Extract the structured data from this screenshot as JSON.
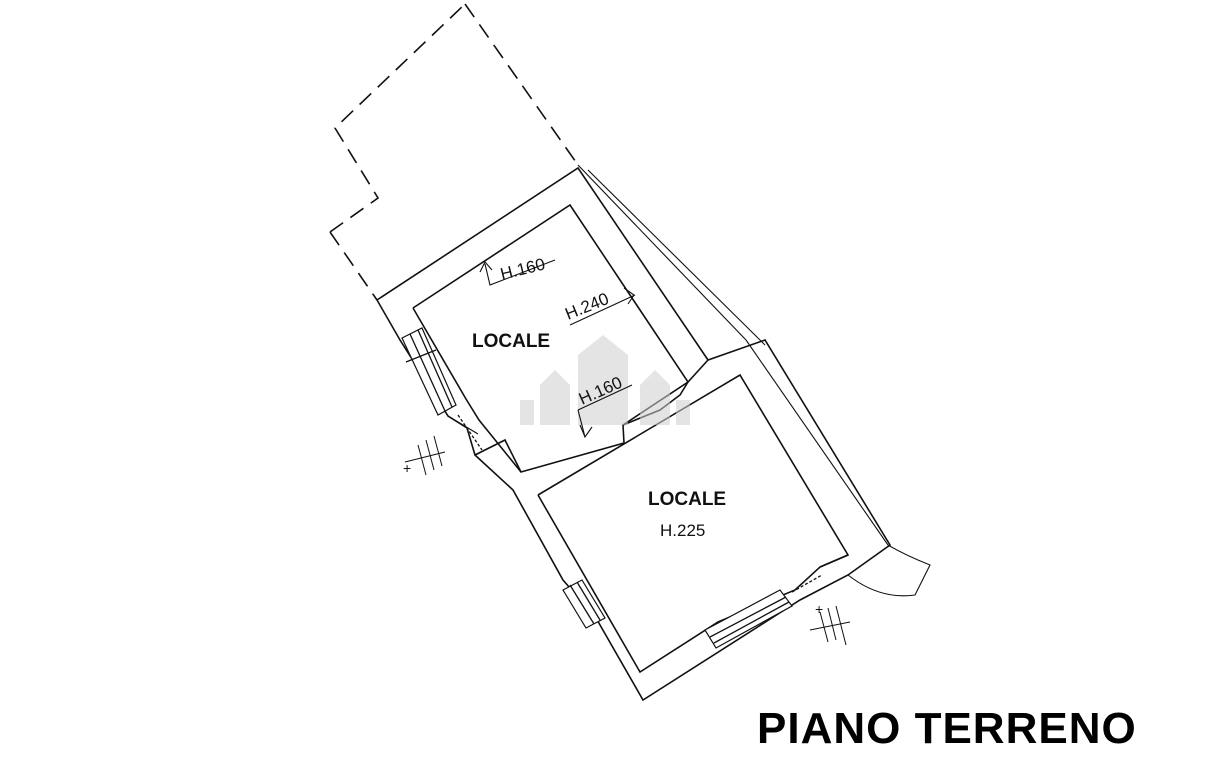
{
  "plan": {
    "title": "PIANO TERRENO",
    "rooms": [
      {
        "label": "LOCALE",
        "height": ""
      },
      {
        "label": "LOCALE",
        "height": "H.225"
      }
    ],
    "height_markers": [
      "H.160",
      "H.240",
      "H.160"
    ],
    "stair_markers": [
      "+",
      "+"
    ]
  },
  "colors": {
    "ink": "#111111",
    "background": "#ffffff",
    "watermark": "#cfcfcf"
  }
}
